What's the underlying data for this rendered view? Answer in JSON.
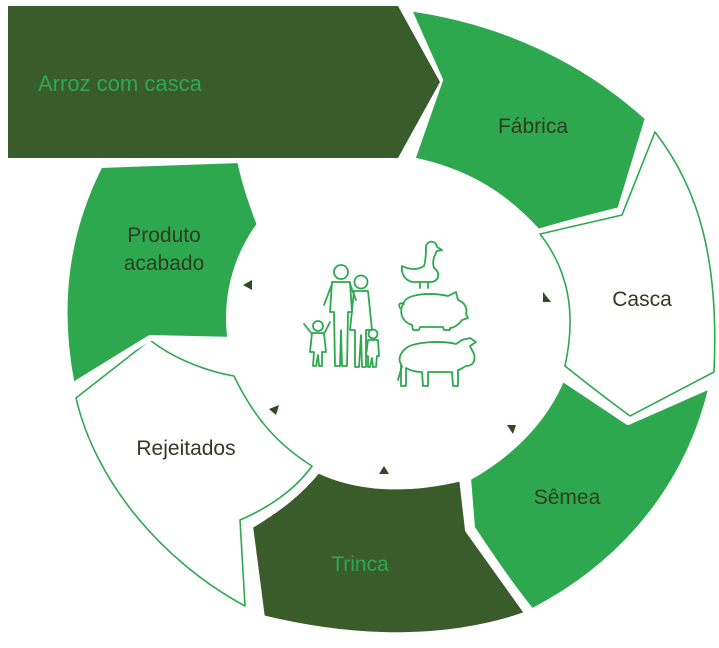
{
  "diagram": {
    "banner": {
      "label": "Arroz com casca"
    },
    "segments": [
      {
        "label": "Fábrica"
      },
      {
        "label": "Casca"
      },
      {
        "label": "Sêmea"
      },
      {
        "label": "Trinca"
      },
      {
        "label": "Rejeitados"
      },
      {
        "label_line1": "Produto",
        "label_line2": "acabado"
      }
    ],
    "center_icons": [
      "family-icon",
      "goose-icon",
      "pig-icon",
      "cow-icon"
    ]
  },
  "colors": {
    "dark_green": "#3a5b2a",
    "bright_green": "#2ea84f",
    "white": "#ffffff",
    "text_dark": "#2f3b25",
    "arrow_dark": "#2f4a22"
  }
}
